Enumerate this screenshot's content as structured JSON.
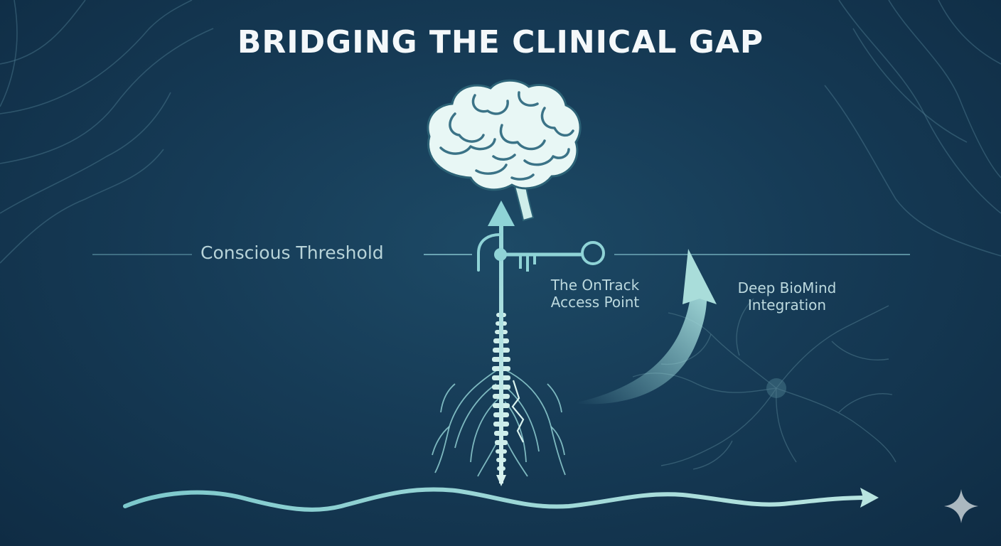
{
  "title": "BRIDGING THE CLINICAL GAP",
  "labels": {
    "threshold": "Conscious Threshold",
    "access_line1": "The OnTrack",
    "access_line2": "Access Point",
    "deep_line1": "Deep BioMind",
    "deep_line2": "Integration"
  },
  "icons": [
    "brain-icon",
    "key-icon",
    "spine-icon",
    "neuron-icon",
    "sparkle-icon"
  ],
  "colors": {
    "background": "#163b56",
    "accent": "#8fd3d6",
    "title": "#f4f8fa",
    "label": "#bcd9de"
  }
}
